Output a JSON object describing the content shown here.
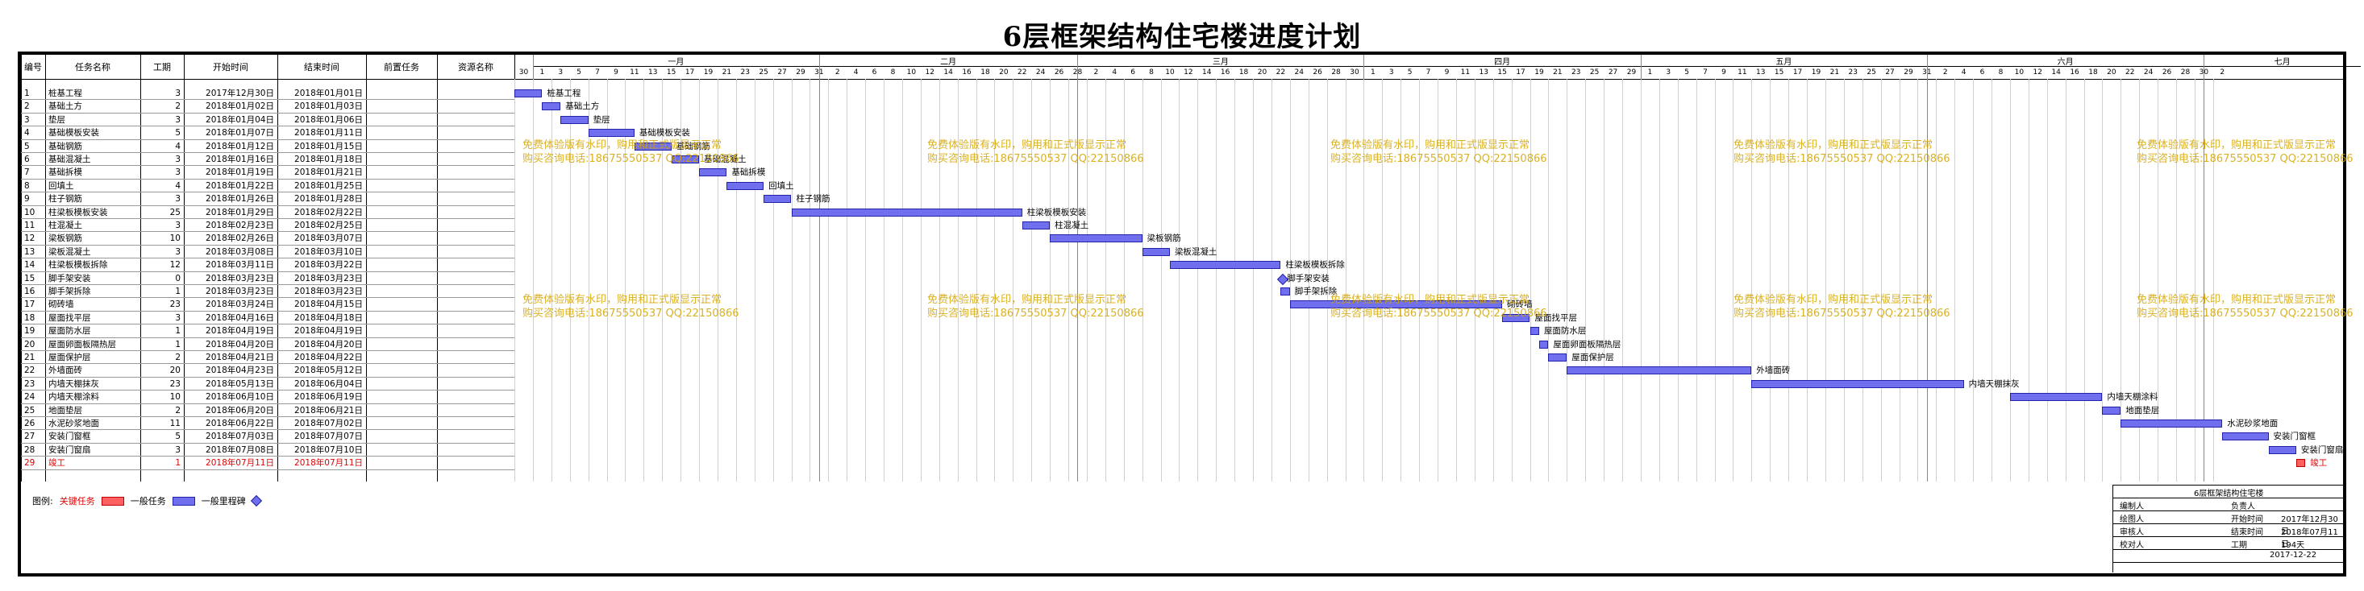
{
  "title": "6层框架结构住宅楼进度计划",
  "columns": [
    "编号",
    "任务名称",
    "工期",
    "开始时间",
    "结束时间",
    "前置任务",
    "资源名称"
  ],
  "tasks": [
    {
      "id": "1",
      "name": "桩基工程",
      "dur": "3",
      "start": "2017年12月30日",
      "end": "2018年01月01日"
    },
    {
      "id": "2",
      "name": "基础土方",
      "dur": "2",
      "start": "2018年01月02日",
      "end": "2018年01月03日"
    },
    {
      "id": "3",
      "name": "垫层",
      "dur": "3",
      "start": "2018年01月04日",
      "end": "2018年01月06日"
    },
    {
      "id": "4",
      "name": "基础模板安装",
      "dur": "5",
      "start": "2018年01月07日",
      "end": "2018年01月11日"
    },
    {
      "id": "5",
      "name": "基础钢筋",
      "dur": "4",
      "start": "2018年01月12日",
      "end": "2018年01月15日"
    },
    {
      "id": "6",
      "name": "基础混凝土",
      "dur": "3",
      "start": "2018年01月16日",
      "end": "2018年01月18日"
    },
    {
      "id": "7",
      "name": "基础拆模",
      "dur": "3",
      "start": "2018年01月19日",
      "end": "2018年01月21日"
    },
    {
      "id": "8",
      "name": "回填土",
      "dur": "4",
      "start": "2018年01月22日",
      "end": "2018年01月25日"
    },
    {
      "id": "9",
      "name": "柱子钢筋",
      "dur": "3",
      "start": "2018年01月26日",
      "end": "2018年01月28日"
    },
    {
      "id": "10",
      "name": "柱梁板模板安装",
      "dur": "25",
      "start": "2018年01月29日",
      "end": "2018年02月22日"
    },
    {
      "id": "11",
      "name": "柱混凝土",
      "dur": "3",
      "start": "2018年02月23日",
      "end": "2018年02月25日"
    },
    {
      "id": "12",
      "name": "梁板钢筋",
      "dur": "10",
      "start": "2018年02月26日",
      "end": "2018年03月07日"
    },
    {
      "id": "13",
      "name": "梁板混凝土",
      "dur": "3",
      "start": "2018年03月08日",
      "end": "2018年03月10日"
    },
    {
      "id": "14",
      "name": "柱梁板模板拆除",
      "dur": "12",
      "start": "2018年03月11日",
      "end": "2018年03月22日"
    },
    {
      "id": "15",
      "name": "脚手架安装",
      "dur": "0",
      "start": "2018年03月23日",
      "end": "2018年03月23日"
    },
    {
      "id": "16",
      "name": "脚手架拆除",
      "dur": "1",
      "start": "2018年03月23日",
      "end": "2018年03月23日"
    },
    {
      "id": "17",
      "name": "砌砖墙",
      "dur": "23",
      "start": "2018年03月24日",
      "end": "2018年04月15日"
    },
    {
      "id": "18",
      "name": "屋面找平层",
      "dur": "3",
      "start": "2018年04月16日",
      "end": "2018年04月18日"
    },
    {
      "id": "19",
      "name": "屋面防水层",
      "dur": "1",
      "start": "2018年04月19日",
      "end": "2018年04月19日"
    },
    {
      "id": "20",
      "name": "屋面卵面板隔热层",
      "dur": "1",
      "start": "2018年04月20日",
      "end": "2018年04月20日"
    },
    {
      "id": "21",
      "name": "屋面保护层",
      "dur": "2",
      "start": "2018年04月21日",
      "end": "2018年04月22日"
    },
    {
      "id": "22",
      "name": "外墙面砖",
      "dur": "20",
      "start": "2018年04月23日",
      "end": "2018年05月12日"
    },
    {
      "id": "23",
      "name": "内墙天棚抹灰",
      "dur": "23",
      "start": "2018年05月13日",
      "end": "2018年06月04日"
    },
    {
      "id": "24",
      "name": "内墙天棚涂料",
      "dur": "10",
      "start": "2018年06月10日",
      "end": "2018年06月19日"
    },
    {
      "id": "25",
      "name": "地面垫层",
      "dur": "2",
      "start": "2018年06月20日",
      "end": "2018年06月21日"
    },
    {
      "id": "26",
      "name": "水泥砂浆地面",
      "dur": "11",
      "start": "2018年06月22日",
      "end": "2018年07月02日"
    },
    {
      "id": "27",
      "name": "安装门窗框",
      "dur": "5",
      "start": "2018年07月03日",
      "end": "2018年07月07日"
    },
    {
      "id": "28",
      "name": "安装门窗扇",
      "dur": "3",
      "start": "2018年07月08日",
      "end": "2018年07月10日"
    },
    {
      "id": "29",
      "name": "竣工",
      "dur": "1",
      "start": "2018年07月11日",
      "end": "2018年07月11日"
    }
  ],
  "months": [
    "一月",
    "二月",
    "三月",
    "四月",
    "五月",
    "六月",
    "七月"
  ],
  "watermark": {
    "line1": "免费体验版有水印，购用和正式版显示正常",
    "line2": "购买咨询电话:18675550537 QQ:22150866"
  },
  "legend": {
    "label": "图例:",
    "critical": "关键任务",
    "normal": "一般任务",
    "milestone": "一般里程碑"
  },
  "info": {
    "project": "6层框架结构住宅楼",
    "rows": [
      [
        "编制人",
        "",
        "负责人",
        ""
      ],
      [
        "绘图人",
        "",
        "开始时间",
        "2017年12月30日"
      ],
      [
        "审核人",
        "",
        "结束时间",
        "2018年07月11日"
      ],
      [
        "校对人",
        "",
        "工期",
        "194天"
      ]
    ],
    "date": "2017-12-22"
  },
  "colors": {
    "task": "#7070ee",
    "critical": "#ff6060",
    "watermark": "#d4a400"
  }
}
